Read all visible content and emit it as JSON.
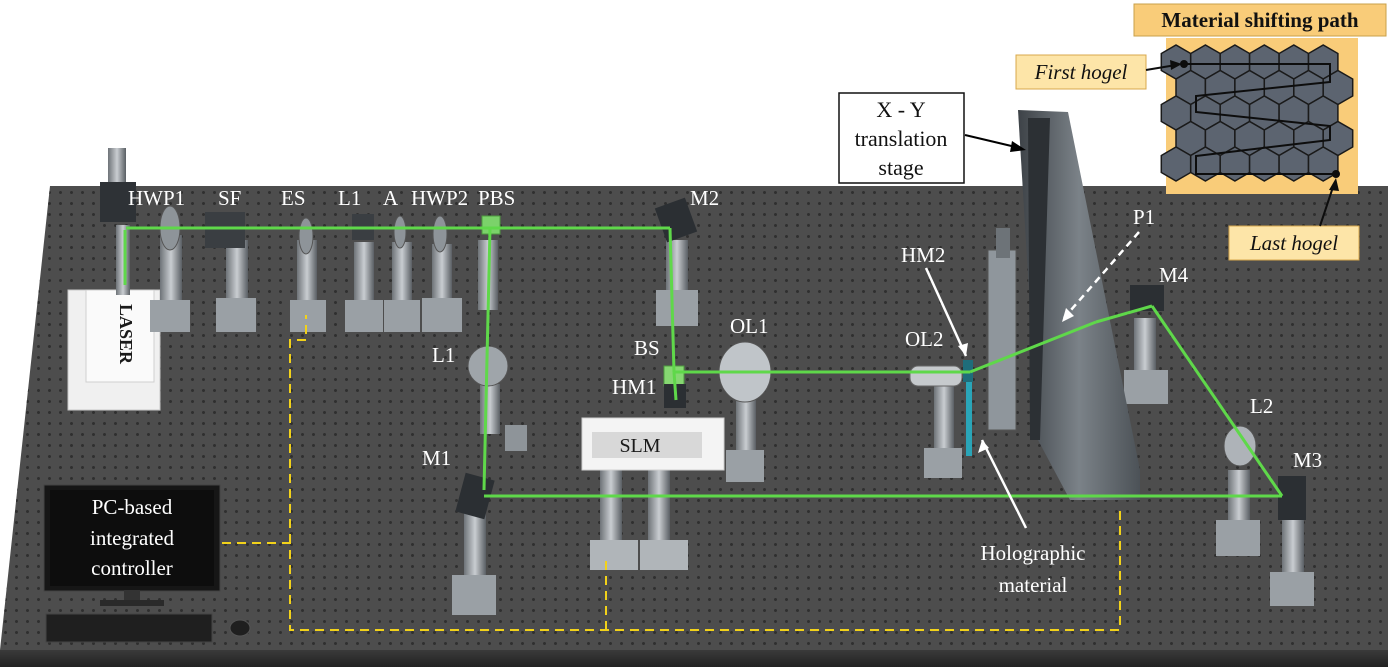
{
  "inset": {
    "title": "Material shifting path",
    "first_label": "First hogel",
    "last_label": "Last hogel"
  },
  "stage_label": {
    "line1": "X - Y",
    "line2": "translation",
    "line3": "stage"
  },
  "pc_label": {
    "line1": "PC-based",
    "line2": "integrated",
    "line3": "controller"
  },
  "laser_label": "LASER",
  "slm_label": "SLM",
  "components": {
    "hwp1": "HWP1",
    "sf": "SF",
    "es": "ES",
    "l1_top": "L1",
    "a": "A",
    "hwp2": "HWP2",
    "pbs": "PBS",
    "m2": "M2",
    "l1_mid": "L1",
    "bs": "BS",
    "hm1": "HM1",
    "ol1": "OL1",
    "m1": "M1",
    "hm2": "HM2",
    "ol2": "OL2",
    "p1": "P1",
    "m4": "M4",
    "l2": "L2",
    "m3": "M3"
  },
  "material_label": {
    "line1": "Holographic",
    "line2": "material"
  },
  "colors": {
    "beam": "#5fd84a",
    "cable": "#f2d21a",
    "table": "#4d4d4d",
    "inset_bg": "#f9cc79",
    "hex_fill": "#5c6470",
    "label_bg": "#fde5a8"
  }
}
